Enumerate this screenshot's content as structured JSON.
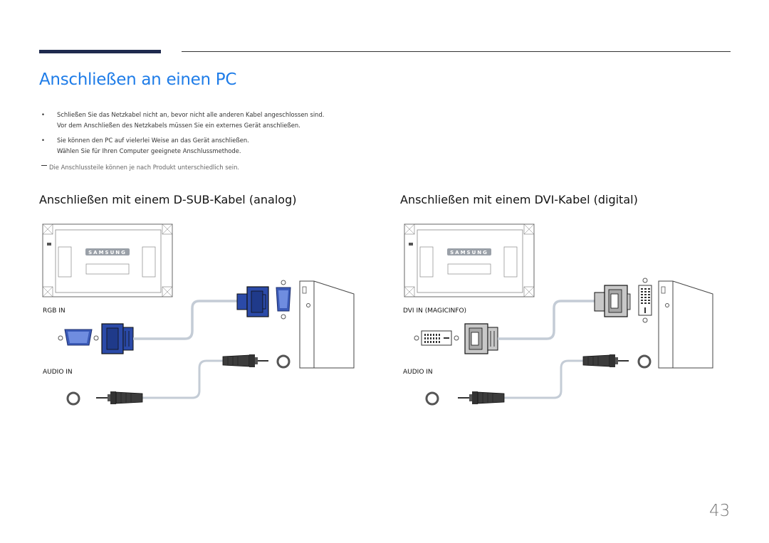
{
  "header": {
    "title": "Anschließen an einen PC"
  },
  "bullets": [
    {
      "line1": "Schließen Sie das Netzkabel nicht an, bevor nicht alle anderen Kabel angeschlossen sind.",
      "line2": "Vor dem Anschließen des Netzkabels müssen Sie ein externes Gerät anschließen."
    },
    {
      "line1": "Sie können den PC auf vielerlei Weise an das Gerät anschließen.",
      "line2": "Wählen Sie für Ihren Computer geeignete Anschlussmethode."
    }
  ],
  "note": "Die Anschlussteile können je nach Produkt unterschiedlich sein.",
  "sections": {
    "left": {
      "heading": "Anschließen mit einem D-SUB-Kabel (analog)",
      "port_video": "RGB IN",
      "port_audio": "AUDIO IN",
      "brand": "SAMSUNG"
    },
    "right": {
      "heading": "Anschließen mit einem DVI-Kabel (digital)",
      "port_video": "DVI IN (MAGICINFO)",
      "port_audio": "AUDIO IN",
      "brand": "SAMSUNG"
    }
  },
  "footer": {
    "page_number": "43"
  },
  "colors": {
    "title": "#1e7ce8",
    "top_bar": "#1f2a4e",
    "vga_blue": "#2b4aa8",
    "dvi_gray": "#b8b8b8"
  }
}
